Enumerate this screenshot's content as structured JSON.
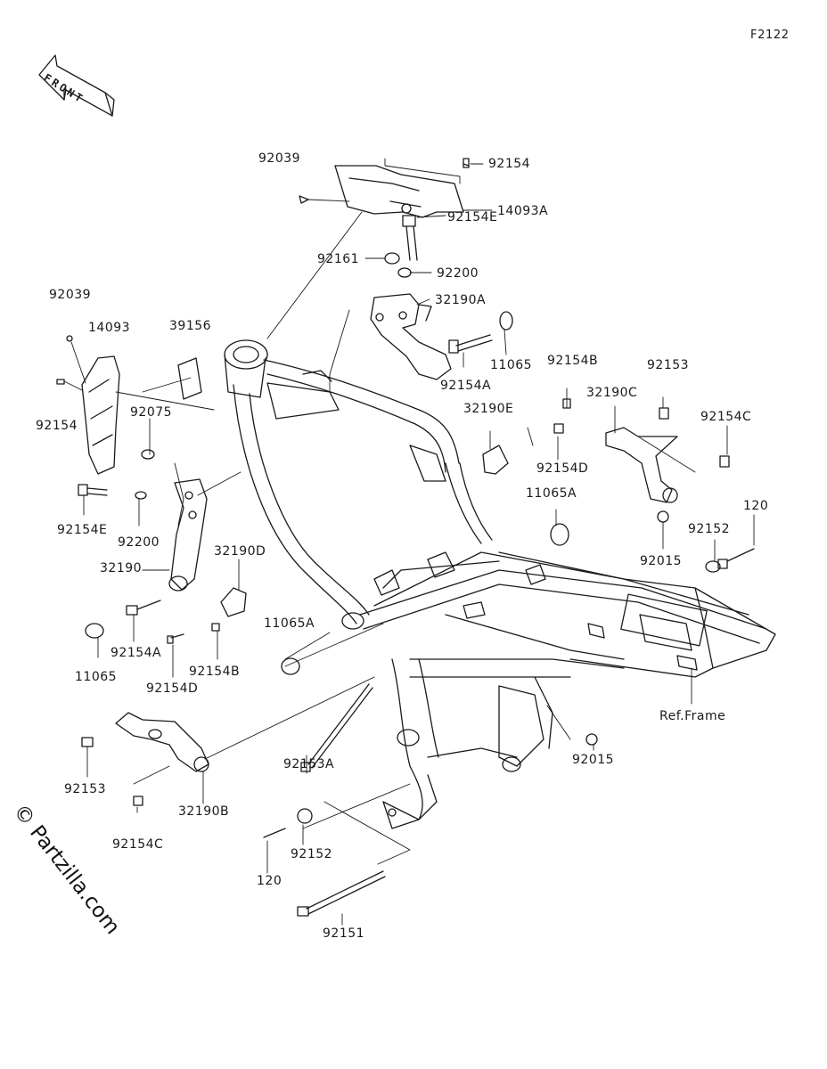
{
  "figure_code": "F2122",
  "front_arrow_label": "FRONT",
  "watermark": "© Partzilla.com",
  "frame_reference": "Ref.Frame",
  "callouts": [
    {
      "id": "c01",
      "text": "92039"
    },
    {
      "id": "c02",
      "text": "92154"
    },
    {
      "id": "c03",
      "text": "14093A"
    },
    {
      "id": "c04",
      "text": "92154E"
    },
    {
      "id": "c05",
      "text": "92161"
    },
    {
      "id": "c06",
      "text": "92200"
    },
    {
      "id": "c07",
      "text": "32190A"
    },
    {
      "id": "c08",
      "text": "92039"
    },
    {
      "id": "c09",
      "text": "14093"
    },
    {
      "id": "c10",
      "text": "39156"
    },
    {
      "id": "c11",
      "text": "11065"
    },
    {
      "id": "c12",
      "text": "92154A"
    },
    {
      "id": "c13",
      "text": "92154B"
    },
    {
      "id": "c14",
      "text": "92153"
    },
    {
      "id": "c15",
      "text": "92154"
    },
    {
      "id": "c16",
      "text": "92075"
    },
    {
      "id": "c17",
      "text": "32190E"
    },
    {
      "id": "c18",
      "text": "32190C"
    },
    {
      "id": "c19",
      "text": "92154C"
    },
    {
      "id": "c20",
      "text": "92154D"
    },
    {
      "id": "c21",
      "text": "11065A"
    },
    {
      "id": "c22",
      "text": "92154E"
    },
    {
      "id": "c23",
      "text": "92200"
    },
    {
      "id": "c24",
      "text": "120"
    },
    {
      "id": "c25",
      "text": "92152"
    },
    {
      "id": "c26",
      "text": "92015"
    },
    {
      "id": "c27",
      "text": "32190D"
    },
    {
      "id": "c28",
      "text": "32190"
    },
    {
      "id": "c29",
      "text": "11065A"
    },
    {
      "id": "c30",
      "text": "92154A"
    },
    {
      "id": "c31",
      "text": "92154B"
    },
    {
      "id": "c32",
      "text": "11065"
    },
    {
      "id": "c33",
      "text": "92154D"
    },
    {
      "id": "c34",
      "text": "92153"
    },
    {
      "id": "c35",
      "text": "92153A"
    },
    {
      "id": "c36",
      "text": "92015"
    },
    {
      "id": "c37",
      "text": "32190B"
    },
    {
      "id": "c38",
      "text": "92154C"
    },
    {
      "id": "c39",
      "text": "92152"
    },
    {
      "id": "c40",
      "text": "120"
    },
    {
      "id": "c41",
      "text": "92151"
    }
  ]
}
